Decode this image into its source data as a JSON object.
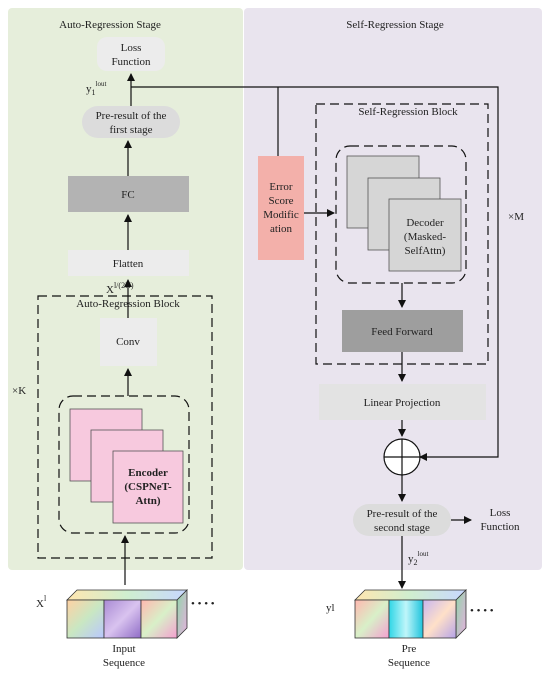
{
  "auto_stage": {
    "title": "Auto-Regression Stage",
    "loss_function": [
      "Loss",
      "Function"
    ],
    "y1_label": "y",
    "y1_sub": "1",
    "y1_sup": "lout",
    "pre_result_first": [
      "Pre-result of the",
      "first stage"
    ],
    "fc": "FC",
    "flatten": "Flatten",
    "x_label": "X",
    "x_sup": "l/(2N)",
    "block_title": "Auto-Regression Block",
    "conv": "Conv",
    "repeat": "×K",
    "encoder": [
      "Encoder",
      "(CSPNeT-",
      "Attn)"
    ]
  },
  "self_stage": {
    "title": "Self-Regression Stage",
    "block_title": "Self-Regression Block",
    "error_score": [
      "Error",
      "Score",
      "Modific",
      "ation"
    ],
    "decoder": [
      "Decoder",
      "(Masked-",
      "SelfAttn)"
    ],
    "repeat": "×M",
    "feed_forward": "Feed Forward",
    "linear_projection": "Linear Projection",
    "pre_result_second": [
      "Pre-result of the",
      "second stage"
    ],
    "loss_function": [
      "Loss",
      "Function"
    ],
    "y2_label": "y",
    "y2_sub": "2",
    "y2_sup": "lout"
  },
  "input": {
    "x_label": "X",
    "x_sup": "l",
    "dots": "• • • •",
    "caption": [
      "Input",
      "Sequence"
    ]
  },
  "output": {
    "label": "yl",
    "dots": "• • • •",
    "caption": [
      "Pre",
      "Sequence"
    ]
  },
  "colors": {
    "auto_bg": "#e6eedb",
    "self_bg": "#e9e4ee",
    "pill": "#dcdcdc",
    "fc": "#b3b3b3",
    "light_box": "#ececec",
    "encoder": "#f7c9de",
    "decoder": "#d6d6d6",
    "feed_forward": "#9e9e9e",
    "error_box": "#f3b0aa"
  }
}
